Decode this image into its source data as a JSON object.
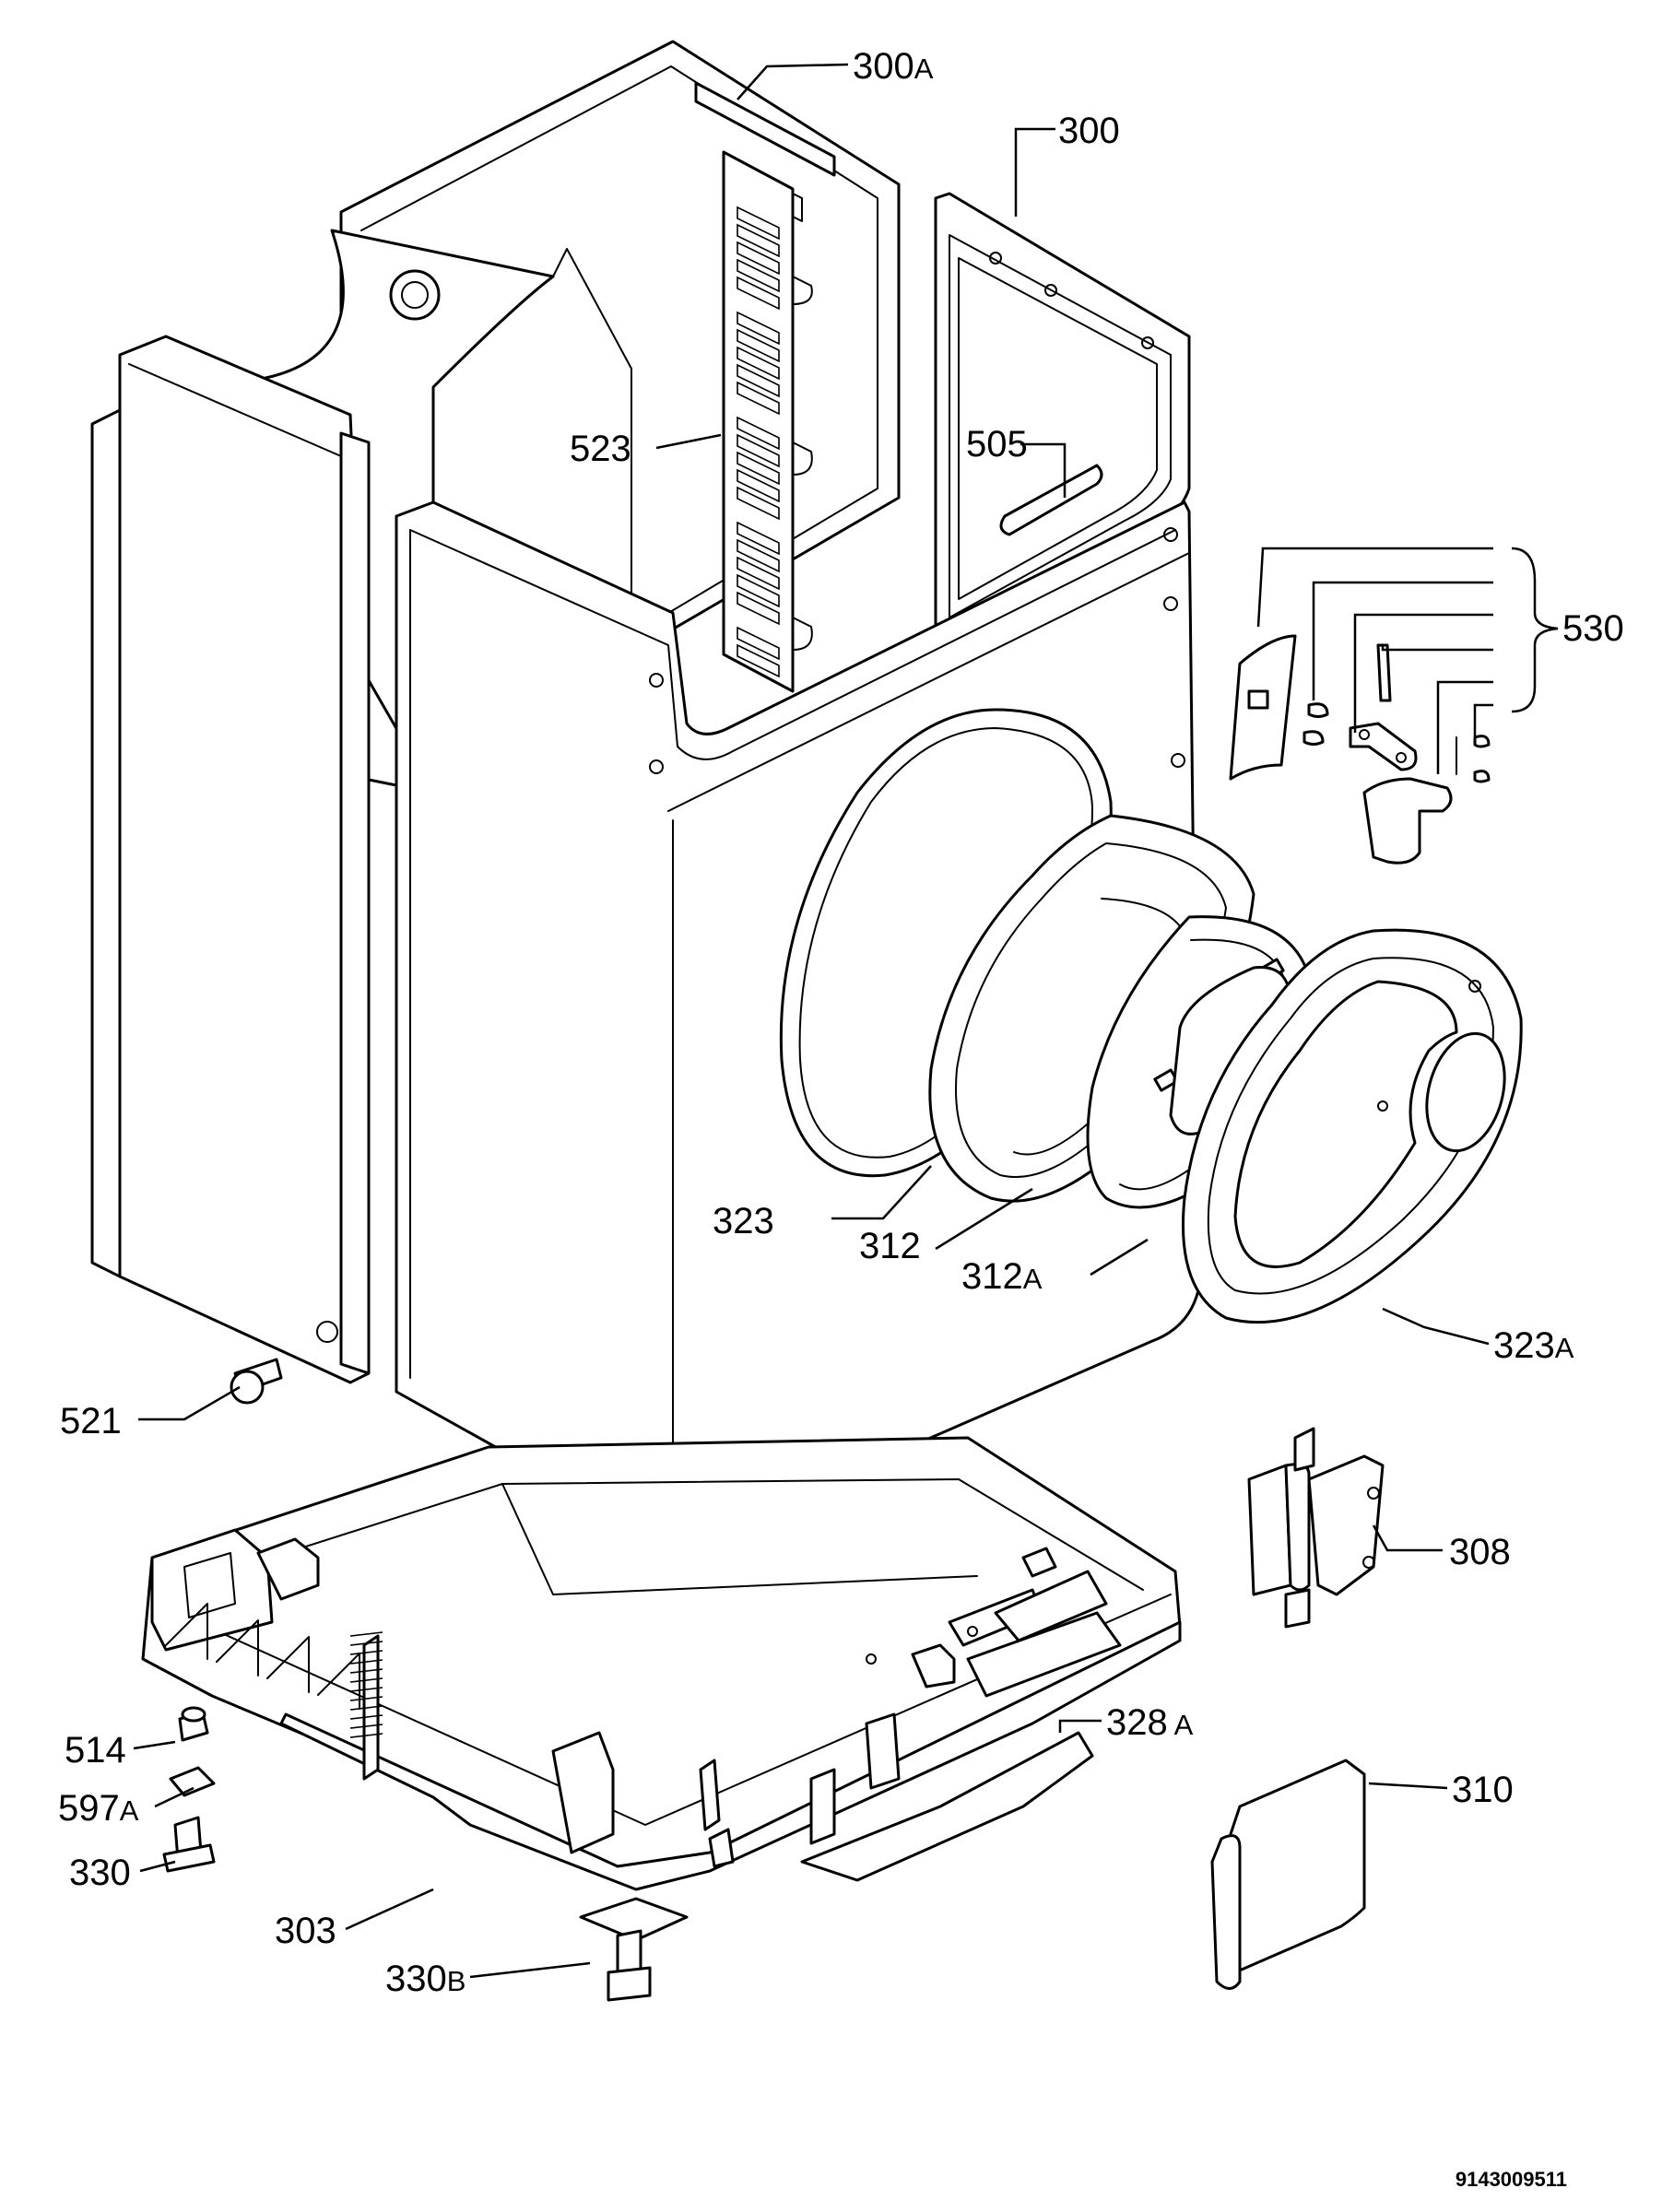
{
  "document_number": "9143009511",
  "labels": {
    "p300a": {
      "num": "300",
      "suffix": "A"
    },
    "p300": {
      "num": "300",
      "suffix": ""
    },
    "p523": {
      "num": "523",
      "suffix": ""
    },
    "p505": {
      "num": "505",
      "suffix": ""
    },
    "p530": {
      "num": "530",
      "suffix": ""
    },
    "p323": {
      "num": "323",
      "suffix": ""
    },
    "p312": {
      "num": "312",
      "suffix": ""
    },
    "p312a": {
      "num": "312",
      "suffix": "A"
    },
    "p323a": {
      "num": "323",
      "suffix": "A"
    },
    "p521": {
      "num": "521",
      "suffix": ""
    },
    "p308": {
      "num": "308",
      "suffix": ""
    },
    "p514": {
      "num": "514",
      "suffix": ""
    },
    "p597a": {
      "num": "597",
      "suffix": "A"
    },
    "p328a": {
      "num": "328",
      "suffix": " A"
    },
    "p310": {
      "num": "310",
      "suffix": ""
    },
    "p330": {
      "num": "330",
      "suffix": ""
    },
    "p303": {
      "num": "303",
      "suffix": ""
    },
    "p330b": {
      "num": "330",
      "suffix": "B"
    }
  }
}
